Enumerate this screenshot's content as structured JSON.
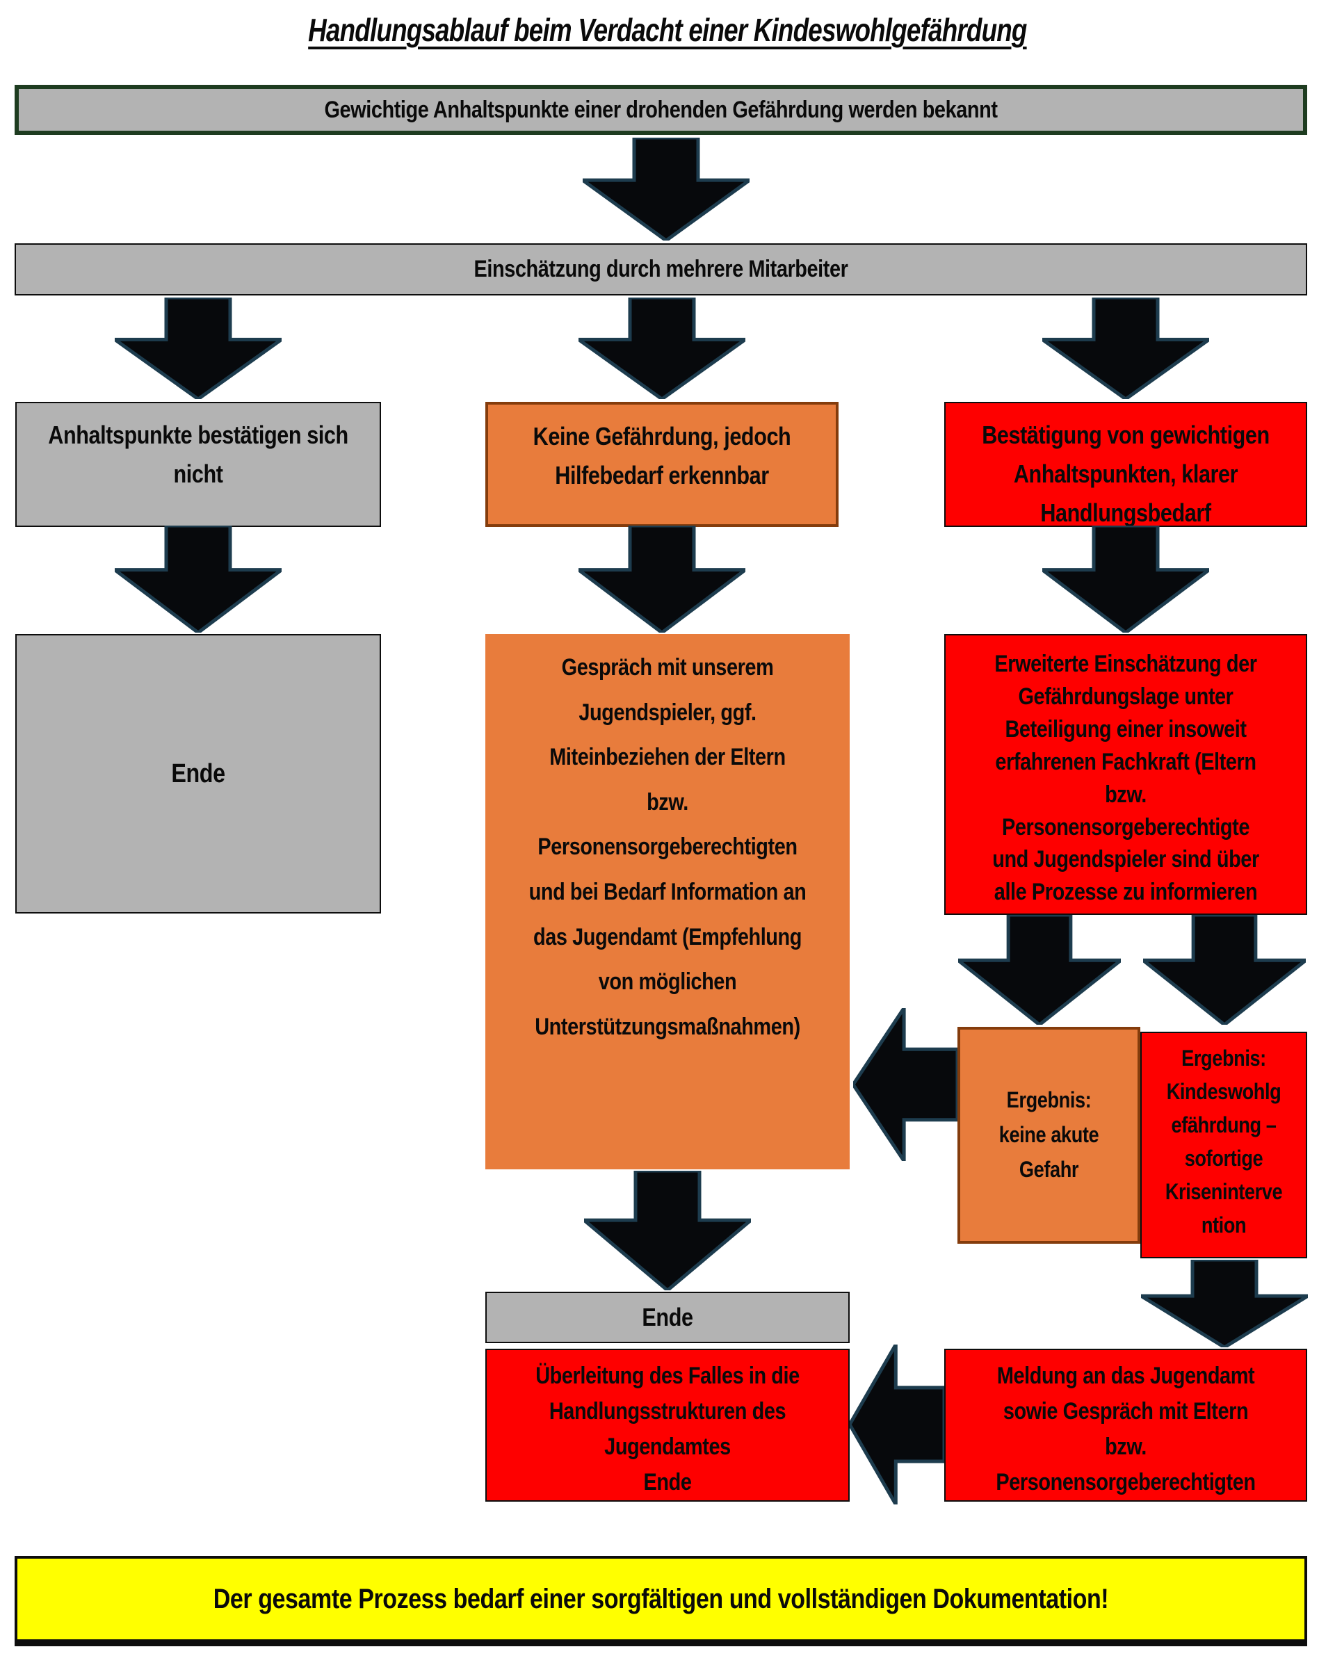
{
  "title": "Handlungsablauf beim Verdacht einer Kindeswohlgefährdung",
  "nodes": {
    "start": {
      "text": "Gewichtige Anhaltspunkte einer drohenden Gefährdung werden bekannt"
    },
    "assessment": {
      "text": "Einschätzung durch mehrere Mitarbeiter"
    },
    "not_confirmed": {
      "text": "Anhaltspunkte bestätigen sich\nnicht"
    },
    "no_danger_help": {
      "text": "Keine Gefährdung, jedoch\nHilfebedarf erkennbar"
    },
    "confirmed": {
      "text": "Bestätigung von gewichtigen\nAnhaltspunkten, klarer\nHandlungsbedarf"
    },
    "end_left": {
      "text": "Ende"
    },
    "talk": {
      "text": "Gespräch mit unserem\nJugendspieler, ggf.\nMiteinbeziehen der Eltern\nbzw.\nPersonensorgeberechtigten\nund bei Bedarf Information an\ndas Jugendamt (Empfehlung\nvon möglichen\nUnterstützungsmaßnahmen)"
    },
    "extended": {
      "text": "Erweiterte Einschätzung der\nGefährdungslage unter\nBeteiligung einer insoweit\nerfahrenen Fachkraft (Eltern\nbzw.\nPersonensorgeberechtigte\nund Jugendspieler sind über\nalle Prozesse zu informieren"
    },
    "result_no_acute": {
      "text": "Ergebnis:\nkeine akute\nGefahr"
    },
    "result_endangerment": {
      "text": "Ergebnis:\nKindeswohlg\nefährdung –\nsofortige\nKriseninterve\nntion"
    },
    "end_mid": {
      "text": "Ende"
    },
    "report": {
      "text": "Meldung an das Jugendamt\nsowie Gespräch mit Eltern\nbzw.\nPersonensorgeberechtigten"
    },
    "handover": {
      "text": "Überleitung des Falles in die\nHandlungsstrukturen des\nJugendamtes\nEnde"
    }
  },
  "banner": {
    "text": "Der gesamte Prozess bedarf einer sorgfältigen und vollständigen Dokumentation!"
  },
  "colors": {
    "gray_fill": "#b3b3b3",
    "green_border": "#1e3c20",
    "orange_fill": "#e87c3c",
    "orange_border": "#843c0c",
    "red_fill": "#fe0000",
    "yellow_fill": "#ffff00",
    "arrow_fill": "#07090c",
    "arrow_outline": "#1d3c4e",
    "border_black": "#0d0d0d"
  }
}
